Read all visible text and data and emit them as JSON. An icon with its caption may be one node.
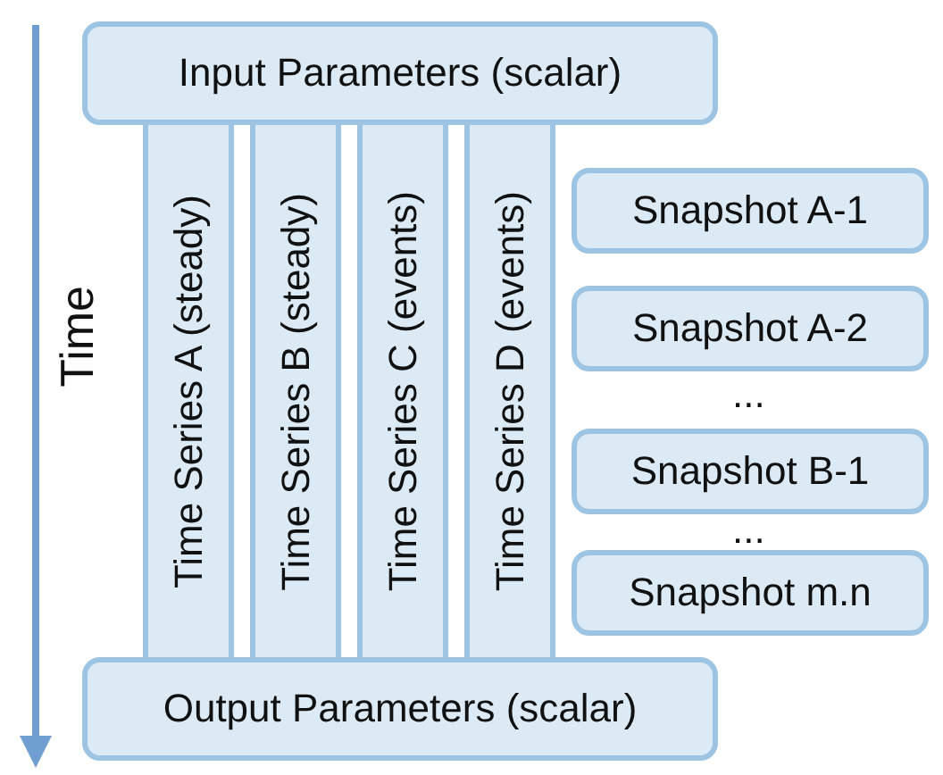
{
  "diagram": {
    "nodes": [
      {
        "text": [
          "Input Parameters (scalar)"
        ]
      },
      {
        "text": [
          "Time Series A (steady)"
        ]
      },
      {
        "text": [
          "Time Series B (steady)"
        ]
      },
      {
        "text": [
          "Time Series C (events)"
        ]
      },
      {
        "text": [
          "Time Series D (events)"
        ]
      },
      {
        "text": [
          "Output Parameters (scalar)"
        ]
      },
      {
        "text": [
          "Snapshot A-1"
        ]
      },
      {
        "text": [
          "Snapshot A-2"
        ]
      },
      {
        "text": [
          "Snapshot B-1"
        ]
      },
      {
        "text": [
          "Snapshot m.n"
        ]
      }
    ],
    "edges": [],
    "labels": [
      "Time",
      "...",
      "..."
    ]
  }
}
